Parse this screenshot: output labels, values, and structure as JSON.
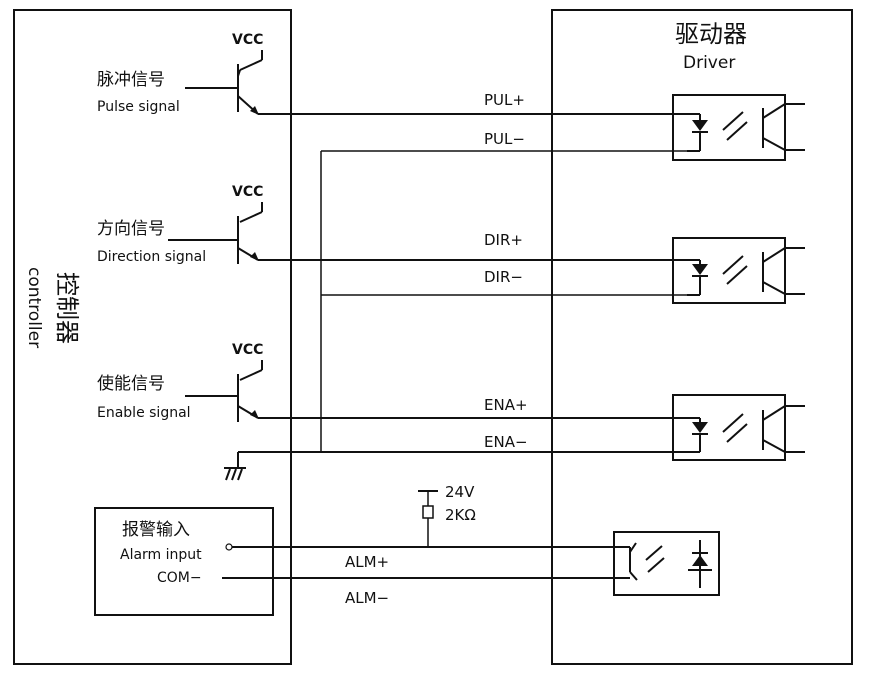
{
  "controller": {
    "label_cn": "控制器",
    "label_en": "controller"
  },
  "driver": {
    "title_cn": "驱动器",
    "title_en": "Driver"
  },
  "vcc": [
    "VCC",
    "VCC",
    "VCC"
  ],
  "signals": [
    {
      "cn": "脉冲信号",
      "en": "Pulse signal",
      "plus": "PUL+",
      "minus": "PUL−"
    },
    {
      "cn": "方向信号",
      "en": "Direction signal",
      "plus": "DIR+",
      "minus": "DIR−"
    },
    {
      "cn": "使能信号",
      "en": "Enable signal",
      "plus": "ENA+",
      "minus": "ENA−"
    }
  ],
  "alarm": {
    "cn": "报警输入",
    "en": "Alarm input",
    "com": "COM−",
    "plus": "ALM+",
    "minus": "ALM−",
    "voltage": "24V",
    "resistor": "2KΩ"
  }
}
